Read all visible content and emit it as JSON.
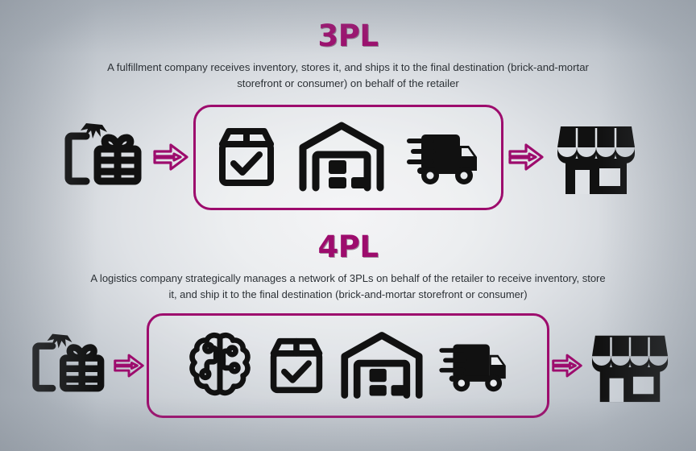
{
  "background": {
    "center_color": "#f4f4f6",
    "edge_color": "#b4bbc3"
  },
  "accent_color": "#9d0c6d",
  "icon_color": "#111111",
  "sections": [
    {
      "id": "3pl",
      "title": "3PL",
      "description": "A fulfillment company receives inventory, stores it, and ships it to the final destination (brick-and-mortar storefront or consumer) on behalf of the retailer",
      "start_icon": "gift-boxes-icon",
      "end_icon": "storefront-icon",
      "arrows": [
        "arrow-right-icon",
        "arrow-right-icon"
      ],
      "panel_icons": [
        "package-check-icon",
        "warehouse-icon",
        "delivery-truck-icon"
      ]
    },
    {
      "id": "4pl",
      "title": "4PL",
      "description": "A logistics company strategically manages a network of 3PLs on behalf of the retailer to receive inventory, store it, and ship it to the final destination (brick-and-mortar storefront or consumer)",
      "start_icon": "gift-boxes-icon",
      "end_icon": "storefront-icon",
      "arrows": [
        "arrow-right-icon",
        "arrow-right-icon"
      ],
      "panel_icons": [
        "brain-circuit-icon",
        "package-check-icon",
        "warehouse-icon",
        "delivery-truck-icon"
      ]
    }
  ]
}
